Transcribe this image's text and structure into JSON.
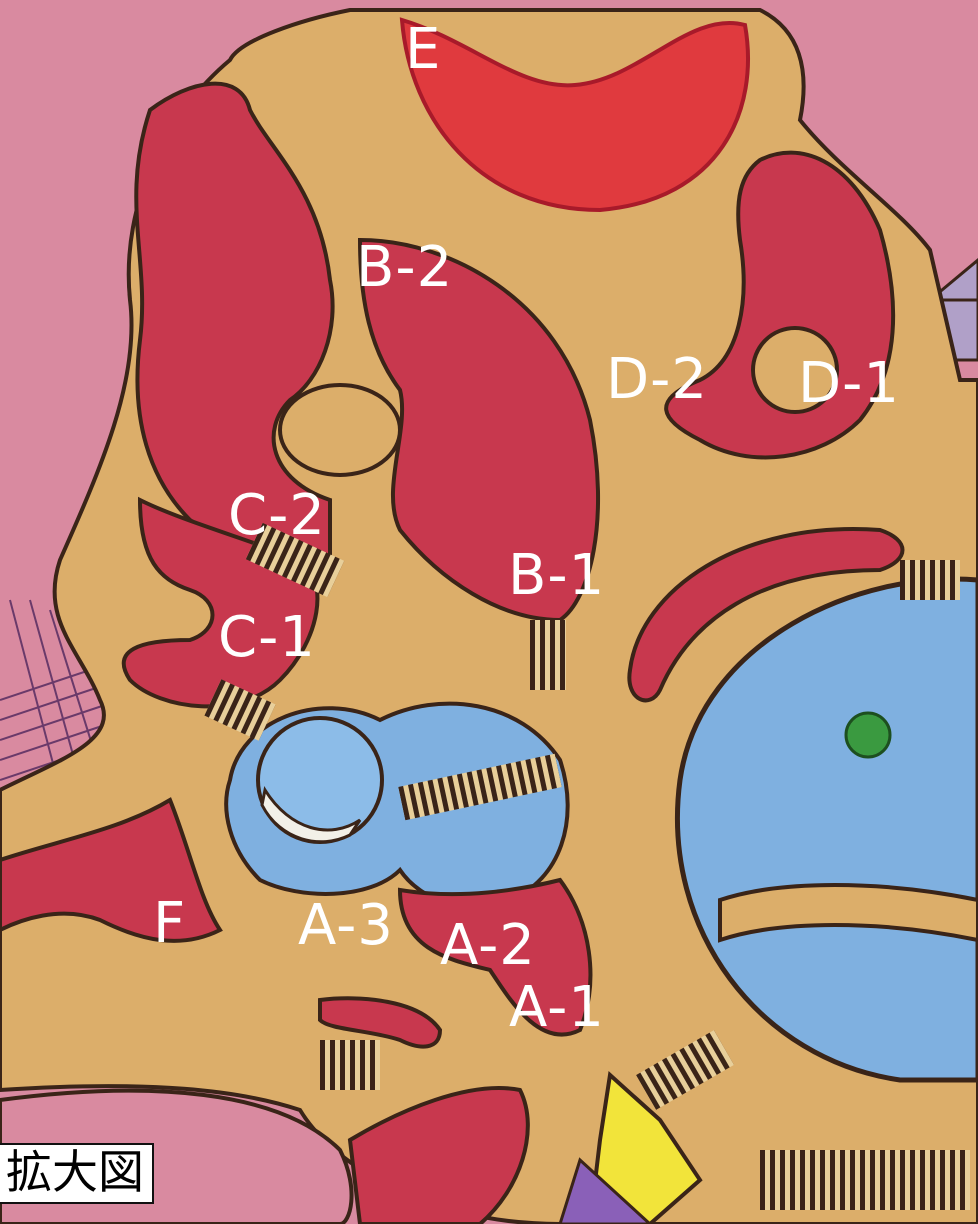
{
  "labels": {
    "e": "E",
    "b2": "B-2",
    "d2": "D-2",
    "d1": "D-1",
    "c2": "C-2",
    "c1": "C-1",
    "b1": "B-1",
    "f": "F",
    "a3": "A-3",
    "a2": "A-2",
    "a1": "A-1"
  },
  "caption": "拡大図",
  "colors": {
    "background_pink": "#d98aa0",
    "tan_body": "#dcae6a",
    "red_region": "#c8384e",
    "blue_region": "#7fb0e0",
    "outline": "#3a2418",
    "label_text": "#ffffff"
  }
}
